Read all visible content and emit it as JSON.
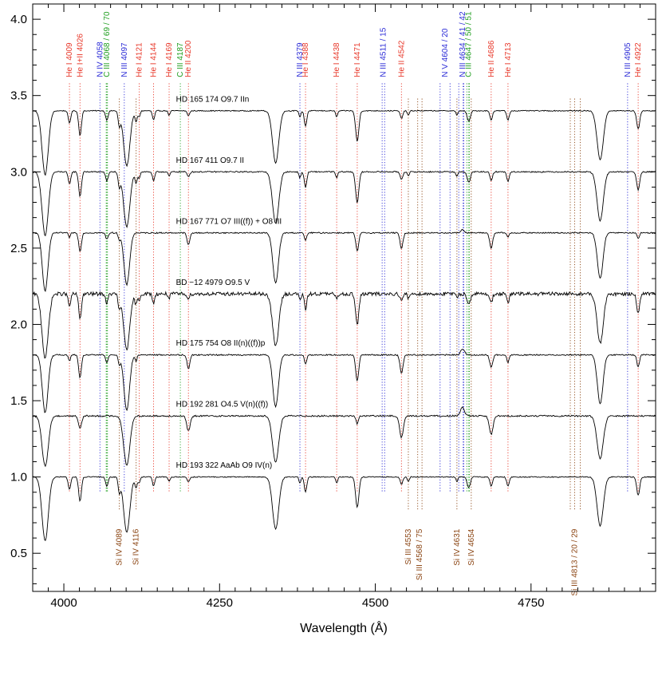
{
  "chart_data": {
    "type": "line",
    "xlabel": "Wavelength (Å)",
    "ylabel": "",
    "xlim": [
      3950,
      4950
    ],
    "ylim": [
      0.25,
      4.1
    ],
    "x_ticks": [
      4000,
      4250,
      4500,
      4750
    ],
    "x_tick_labels": [
      "4000",
      "4250",
      "4500",
      "4750"
    ],
    "y_ticks": [
      0.5,
      1.0,
      1.5,
      2.0,
      2.5,
      3.0,
      3.5,
      4.0
    ],
    "y_tick_labels": [
      "0.5",
      "1.0",
      "1.5",
      "2.0",
      "2.5",
      "3.0",
      "3.5",
      "4.0"
    ],
    "grid": false,
    "colors": {
      "He": "#e8392b",
      "N": "#2a2ad6",
      "C": "#1f9e1f",
      "Si": "#8b4513",
      "spectrum": "#000000"
    },
    "series": [
      {
        "name": "HD 165 174   O9.7 IIn",
        "offset": 2.4,
        "noise": 0.003,
        "profile": "B0",
        "emission": 0
      },
      {
        "name": "HD 167 411   O9.7 II",
        "offset": 2.0,
        "noise": 0.004,
        "profile": "B0",
        "emission": 0
      },
      {
        "name": "HD 167 771   O7 III((f)) + O8 III",
        "offset": 1.6,
        "noise": 0.004,
        "profile": "O7",
        "emission": 0.02
      },
      {
        "name": "BD −12 4979   O9.5 V",
        "offset": 1.2,
        "noise": 0.012,
        "profile": "B0",
        "emission": 0
      },
      {
        "name": "HD 175 754   O8 II(n)((f))p",
        "offset": 0.8,
        "noise": 0.004,
        "profile": "O8",
        "emission": 0.04
      },
      {
        "name": "HD 192 281   O4.5 V(n)((f))",
        "offset": 0.4,
        "noise": 0.005,
        "profile": "O4",
        "emission": 0.06
      },
      {
        "name": "HD 193 322 AaAb   O9 IV(n)",
        "offset": 0.0,
        "noise": 0.003,
        "profile": "B0",
        "emission": 0
      }
    ],
    "top_line_labels": [
      {
        "text": "He I 4009",
        "wl": 4009,
        "color": "He"
      },
      {
        "text": "He I+II 4026",
        "wl": 4026,
        "color": "He"
      },
      {
        "text": "N IV 4058",
        "wl": 4058,
        "color": "N"
      },
      {
        "text": "C III 4068 / 69 / 70",
        "wl": 4069,
        "color": "C"
      },
      {
        "text": "N III 4097",
        "wl": 4097,
        "color": "N"
      },
      {
        "text": "He I 4121",
        "wl": 4121,
        "color": "He"
      },
      {
        "text": "He I 4144",
        "wl": 4144,
        "color": "He"
      },
      {
        "text": "He I 4169",
        "wl": 4169,
        "color": "He"
      },
      {
        "text": "C III 4187",
        "wl": 4187,
        "color": "C"
      },
      {
        "text": "He II 4200",
        "wl": 4200,
        "color": "He"
      },
      {
        "text": "N III 4379",
        "wl": 4379,
        "color": "N"
      },
      {
        "text": "He I 4388",
        "wl": 4388,
        "color": "He"
      },
      {
        "text": "He I 4438",
        "wl": 4438,
        "color": "He"
      },
      {
        "text": "He I 4471",
        "wl": 4471,
        "color": "He"
      },
      {
        "text": "N III 4511 / 15",
        "wl": 4513,
        "color": "N"
      },
      {
        "text": "He II 4542",
        "wl": 4542,
        "color": "He"
      },
      {
        "text": "N V 4604 / 20",
        "wl": 4612,
        "color": "N"
      },
      {
        "text": "N III 4634 / 41 / 42",
        "wl": 4640,
        "color": "N"
      },
      {
        "text": "C III 4647 / 50 / 51",
        "wl": 4650,
        "color": "C"
      },
      {
        "text": "He II 4686",
        "wl": 4686,
        "color": "He"
      },
      {
        "text": "He I 4713",
        "wl": 4713,
        "color": "He"
      },
      {
        "text": "N III 4905",
        "wl": 4905,
        "color": "N"
      },
      {
        "text": "He I 4922",
        "wl": 4922,
        "color": "He"
      }
    ],
    "bottom_line_labels": [
      {
        "text": "Si IV 4089",
        "wl": 4089,
        "color": "Si"
      },
      {
        "text": "Si IV 4116",
        "wl": 4116,
        "color": "Si"
      },
      {
        "text": "Si III 4553",
        "wl": 4553,
        "color": "Si"
      },
      {
        "text": "Si III 4568 / 75",
        "wl": 4571,
        "color": "Si"
      },
      {
        "text": "Si IV 4631",
        "wl": 4631,
        "color": "Si"
      },
      {
        "text": "Si IV 4654",
        "wl": 4654,
        "color": "Si"
      },
      {
        "text": "Si III 4813 / 20 / 29",
        "wl": 4820,
        "color": "Si"
      }
    ],
    "marker_lines": [
      {
        "wl": 4009,
        "color": "He"
      },
      {
        "wl": 4026,
        "color": "He"
      },
      {
        "wl": 4058,
        "color": "N"
      },
      {
        "wl": 4068,
        "color": "C"
      },
      {
        "wl": 4069,
        "color": "C"
      },
      {
        "wl": 4070,
        "color": "C"
      },
      {
        "wl": 4097,
        "color": "N"
      },
      {
        "wl": 4121,
        "color": "He"
      },
      {
        "wl": 4144,
        "color": "He"
      },
      {
        "wl": 4169,
        "color": "He"
      },
      {
        "wl": 4187,
        "color": "C"
      },
      {
        "wl": 4200,
        "color": "He"
      },
      {
        "wl": 4379,
        "color": "N"
      },
      {
        "wl": 4388,
        "color": "He"
      },
      {
        "wl": 4438,
        "color": "He"
      },
      {
        "wl": 4471,
        "color": "He"
      },
      {
        "wl": 4511,
        "color": "N"
      },
      {
        "wl": 4515,
        "color": "N"
      },
      {
        "wl": 4542,
        "color": "He"
      },
      {
        "wl": 4604,
        "color": "N"
      },
      {
        "wl": 4620,
        "color": "N"
      },
      {
        "wl": 4634,
        "color": "N"
      },
      {
        "wl": 4641,
        "color": "N"
      },
      {
        "wl": 4642,
        "color": "N"
      },
      {
        "wl": 4647,
        "color": "C"
      },
      {
        "wl": 4650,
        "color": "C"
      },
      {
        "wl": 4651,
        "color": "C"
      },
      {
        "wl": 4686,
        "color": "He"
      },
      {
        "wl": 4713,
        "color": "He"
      },
      {
        "wl": 4905,
        "color": "N"
      },
      {
        "wl": 4922,
        "color": "He"
      },
      {
        "wl": 4089,
        "color": "Si"
      },
      {
        "wl": 4116,
        "color": "Si"
      },
      {
        "wl": 4553,
        "color": "Si"
      },
      {
        "wl": 4568,
        "color": "Si"
      },
      {
        "wl": 4575,
        "color": "Si"
      },
      {
        "wl": 4631,
        "color": "Si"
      },
      {
        "wl": 4654,
        "color": "Si"
      },
      {
        "wl": 4813,
        "color": "Si"
      },
      {
        "wl": 4820,
        "color": "Si"
      },
      {
        "wl": 4829,
        "color": "Si"
      }
    ]
  }
}
